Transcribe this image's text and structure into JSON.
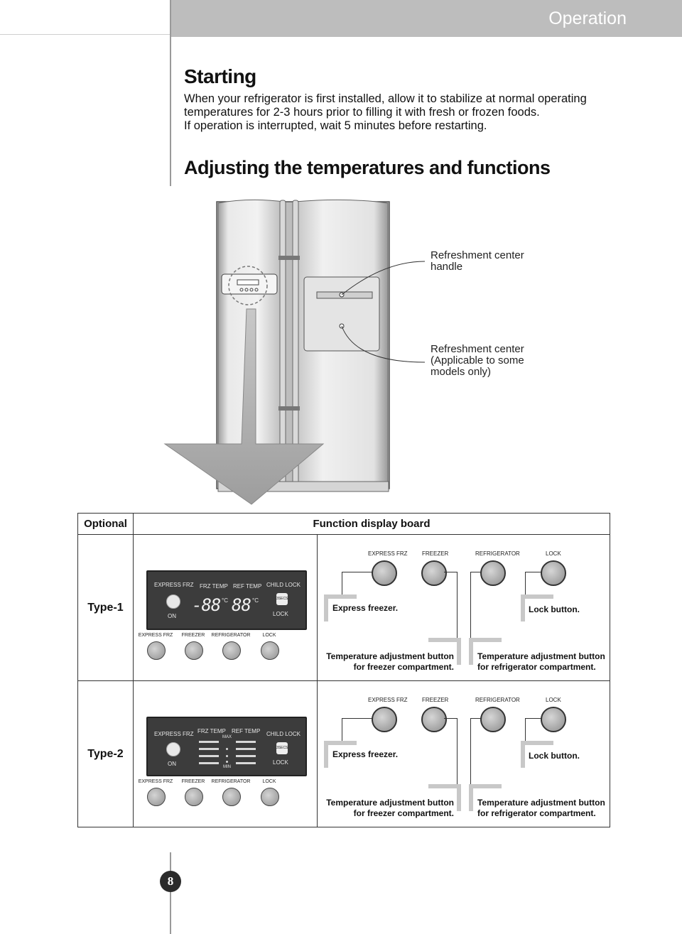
{
  "header": {
    "section_title": "Operation"
  },
  "starting": {
    "heading": "Starting",
    "lines": [
      "When your refrigerator is first installed, allow it to stabilize at normal operating",
      "temperatures for 2-3 hours prior to filling it with fresh or frozen foods.",
      "If operation is interrupted, wait 5 minutes before restarting."
    ]
  },
  "adjusting": {
    "heading": "Adjusting the temperatures and functions"
  },
  "fridge_callouts": {
    "handle": [
      "Refreshment center",
      "handle"
    ],
    "center": [
      "Refreshment center",
      "(Applicable to some",
      "models only)"
    ]
  },
  "table": {
    "col_optional": "Optional",
    "col_board": "Function display board",
    "types": [
      {
        "name": "Type-1",
        "panel": {
          "express": "EXPRESS FRZ",
          "frz": "FRZ TEMP",
          "ref": "REF TEMP",
          "child": "CHILD LOCK",
          "on": "ON",
          "lock": "LOCK",
          "secs": "3SECS",
          "deg": "°C"
        },
        "panel_buttons": [
          "EXPRESS FRZ",
          "FREEZER",
          "REFRIGERATOR",
          "LOCK"
        ],
        "diagram_buttons": [
          "EXPRESS FRZ",
          "FREEZER",
          "REFRIGERATOR",
          "LOCK"
        ],
        "express_text": "Express freezer.",
        "lock_text": "Lock button.",
        "frz_text": [
          "Temperature adjustment button",
          "for freezer compartment."
        ],
        "ref_text": [
          "Temperature adjustment button",
          "for refrigerator compartment."
        ]
      },
      {
        "name": "Type-2",
        "panel": {
          "express": "EXPRESS FRZ",
          "frz": "FRZ TEMP",
          "ref": "REF TEMP",
          "child": "CHILD LOCK",
          "on": "ON",
          "lock": "LOCK",
          "secs": "3SECS",
          "max": "MAX",
          "min": "MIN"
        },
        "panel_buttons": [
          "EXPRESS FRZ",
          "FREEZER",
          "REFRIGERATOR",
          "LOCK"
        ],
        "diagram_buttons": [
          "EXPRESS FRZ",
          "FREEZER",
          "REFRIGERATOR",
          "LOCK"
        ],
        "express_text": "Express freezer.",
        "lock_text": "Lock button.",
        "frz_text": [
          "Temperature adjustment button",
          "for freezer compartment."
        ],
        "ref_text": [
          "Temperature adjustment button",
          "for refrigerator compartment."
        ]
      }
    ]
  },
  "page_number": "8"
}
